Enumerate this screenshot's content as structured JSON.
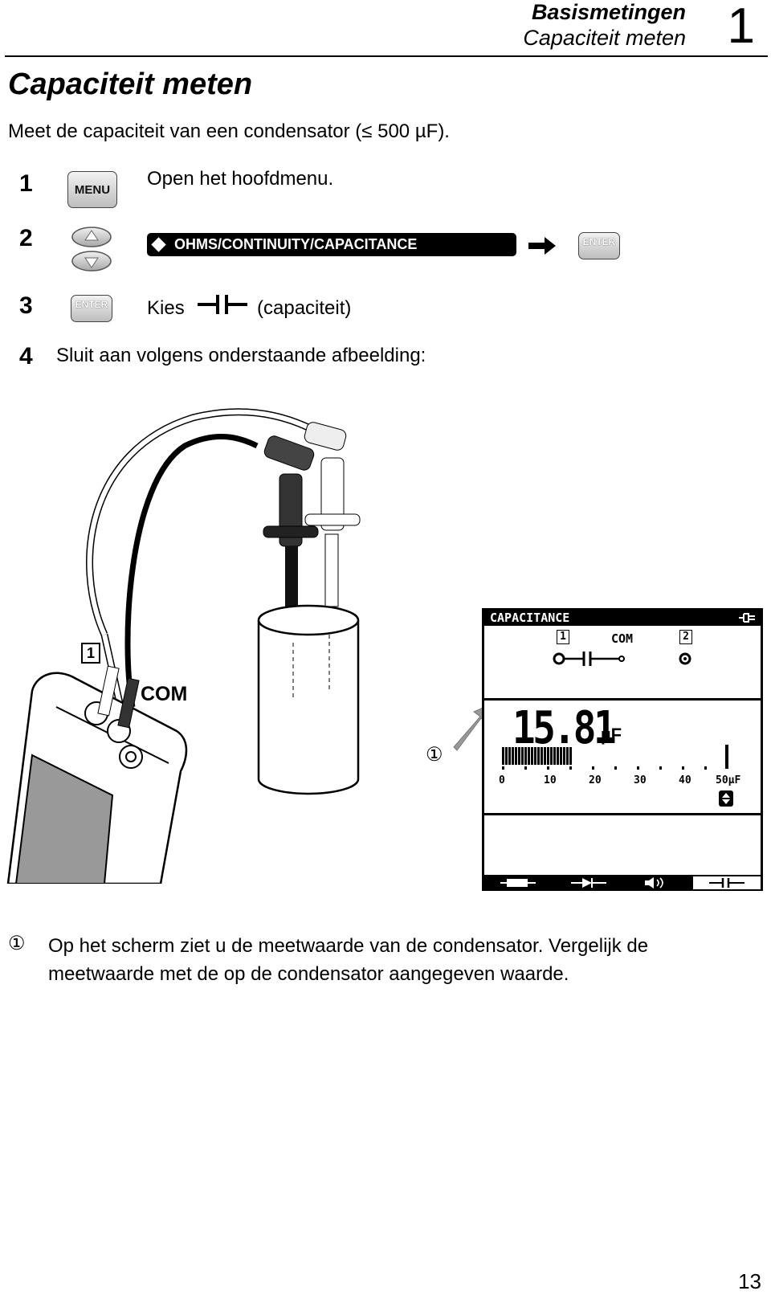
{
  "header": {
    "section": "Basismetingen",
    "subsection": "Capaciteit meten",
    "chapter": "1"
  },
  "title": "Capaciteit meten",
  "intro": "Meet de capaciteit van een condensator (≤ 500 µF).",
  "steps": [
    {
      "num": "1",
      "key": "MENU",
      "text": "Open het hoofdmenu."
    },
    {
      "num": "2",
      "menu_item": "OHMS/CONTINUITY/CAPACITANCE",
      "key": "ENTER"
    },
    {
      "num": "3",
      "key": "ENTER",
      "text_before": "Kies",
      "text_after": "(capaciteit)"
    },
    {
      "num": "4",
      "text": "Sluit aan volgens onderstaande afbeelding:"
    }
  ],
  "figure": {
    "input_label": "1",
    "com_label": "COM",
    "callout": "①",
    "screen": {
      "title": "CAPACITANCE",
      "conn_input1": "1",
      "conn_com": "COM",
      "conn_input2": "2",
      "reading": "15.81",
      "unit": "µF",
      "scale_labels": [
        "0",
        "10",
        "20",
        "30",
        "40",
        "50µF"
      ],
      "bar_fraction": 0.3162
    }
  },
  "footnote": {
    "symbol": "①",
    "text": "Op het scherm ziet u de meetwaarde van de condensator. Vergelijk de meetwaarde met de op de condensator aangegeven waarde."
  },
  "page_number": "13"
}
